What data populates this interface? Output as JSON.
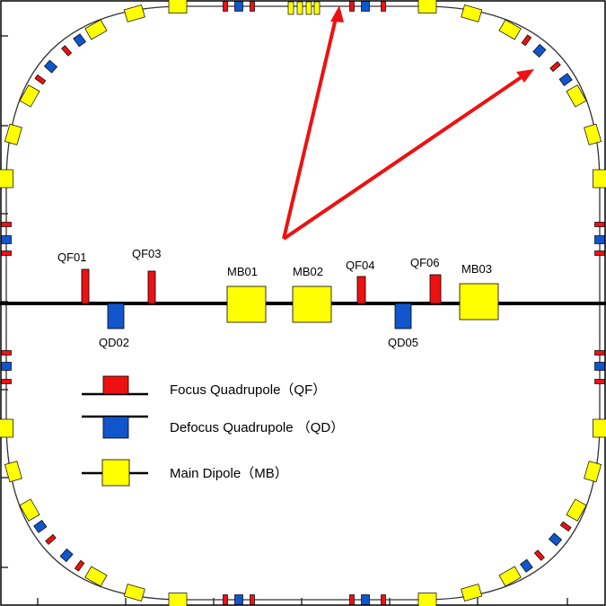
{
  "colors": {
    "focus": "#ee1111",
    "defocus": "#1155cc",
    "dipole": "#ffff00",
    "beamline": "#000000",
    "arrow": "#ee1111",
    "ring": "#333333"
  },
  "lattice_labels": {
    "qf01": "QF01",
    "qd02": "QD02",
    "qf03": "QF03",
    "mb01": "MB01",
    "mb02": "MB02",
    "qf04": "QF04",
    "qd05": "QD05",
    "qf06": "QF06",
    "mb03": "MB03"
  },
  "legend": {
    "focus": "Focus Quadrupole（QF）",
    "defocus": "Defocus Quadrupole （QD）",
    "dipole": "Main Dipole（MB）"
  },
  "icons": {
    "zoom_arrows": "red-zoom-arrows"
  }
}
